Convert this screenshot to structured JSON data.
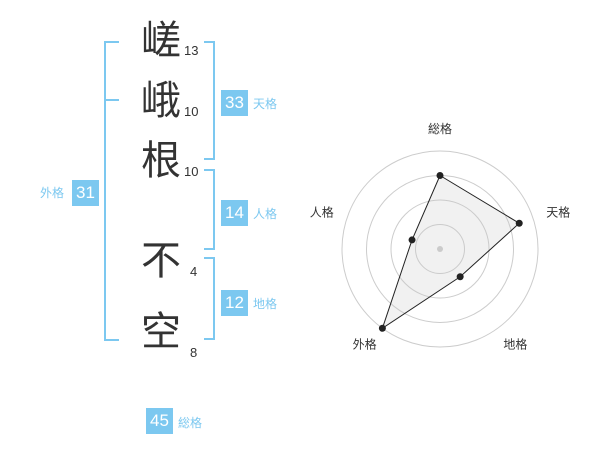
{
  "name": {
    "characters": [
      {
        "char": "嵯",
        "strokes": "13"
      },
      {
        "char": "峨",
        "strokes": "10"
      },
      {
        "char": "根",
        "strokes": "10"
      },
      {
        "char": "不",
        "strokes": "4"
      },
      {
        "char": "空",
        "strokes": "8"
      }
    ]
  },
  "fortunes": {
    "tenkaku": {
      "value": "33",
      "label": "天格"
    },
    "jinkaku": {
      "value": "14",
      "label": "人格"
    },
    "chikaku": {
      "value": "12",
      "label": "地格"
    },
    "gaikaku": {
      "value": "31",
      "label": "外格"
    },
    "soukaku": {
      "value": "45",
      "label": "総格"
    }
  },
  "colors": {
    "accent": "#7cc8f0",
    "text": "#333333",
    "grid": "#cccccc"
  },
  "chart_data": {
    "type": "radar",
    "axes": [
      "総格",
      "天格",
      "地格",
      "外格",
      "人格"
    ],
    "values": [
      0.75,
      0.85,
      0.35,
      1.0,
      0.3
    ],
    "rings": 4,
    "range": [
      0,
      1
    ]
  }
}
